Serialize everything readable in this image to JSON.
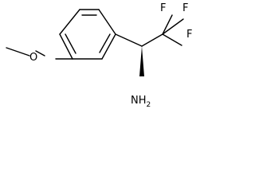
{
  "molecule": {
    "atoms": {
      "f_top_left": "F",
      "f_top_right": "F",
      "f_right": "F",
      "oxygen": "O",
      "amine": "NH",
      "amine_subscript": "2"
    }
  }
}
